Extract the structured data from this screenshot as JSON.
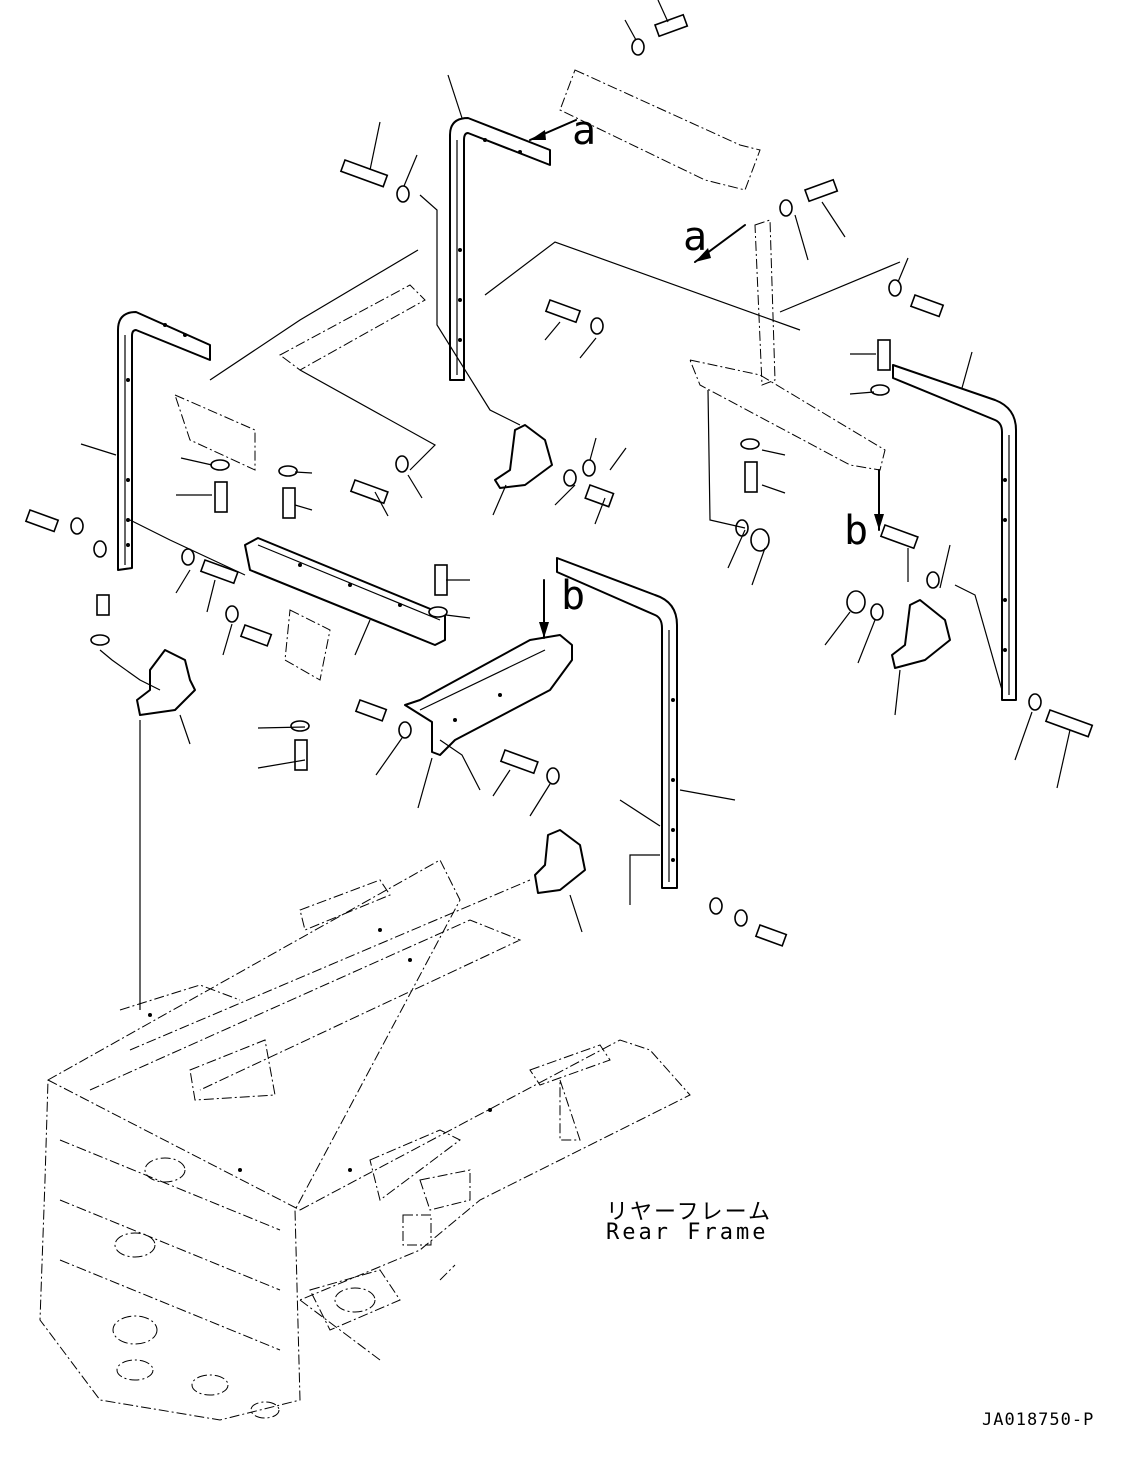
{
  "diagram": {
    "reference_marks": [
      "a",
      "a",
      "b",
      "b"
    ],
    "frame_label_jp": "リヤーフレーム",
    "frame_label_en": "Rear Frame",
    "drawing_code": "JA018750-P"
  }
}
